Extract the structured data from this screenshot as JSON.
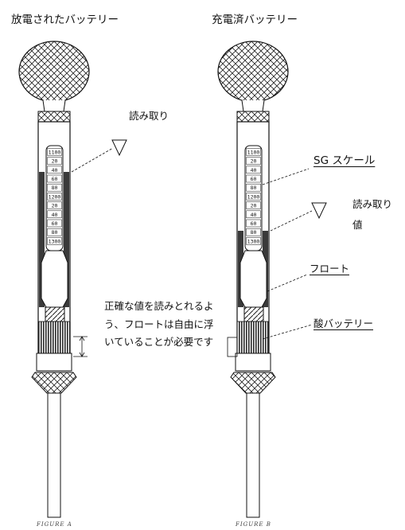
{
  "titles": {
    "discharged": "放電されたバッテリー",
    "charged": "充電済バッテリー"
  },
  "labels": {
    "reading_left": "読み取り",
    "sg_scale": "SG スケール",
    "reading_value_1": "読み取り",
    "reading_value_2": "値",
    "float": "フロート",
    "acid": "酸バッテリー"
  },
  "note": "正確な値を読みとれるよう、フロートは自由に浮いていることが必要です",
  "scale_ticks": [
    "1100",
    "20",
    "40",
    "60",
    "80",
    "1200",
    "20",
    "40",
    "60",
    "80",
    "1300"
  ],
  "figure_captions": [
    "FIGURE A",
    "FIGURE B"
  ],
  "colors": {
    "line": "#111111",
    "fill": "#3a3a3a"
  }
}
